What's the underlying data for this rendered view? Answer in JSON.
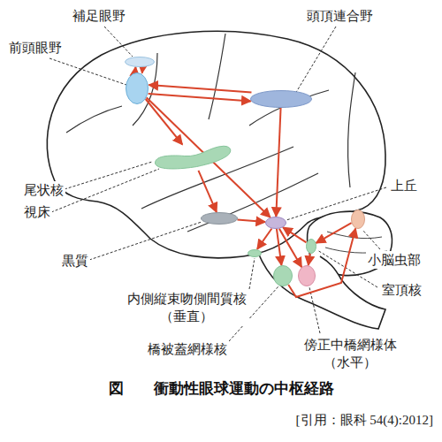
{
  "diagram": {
    "caption": "図　　衝動性眼球運動の中枢経路",
    "nodes": [
      {
        "text": [
          "補足眼野"
        ]
      },
      {
        "text": [
          "前頭眼野"
        ]
      },
      {
        "text": [
          "頭頂連合野"
        ]
      },
      {
        "text": [
          "尾状核"
        ]
      },
      {
        "text": [
          "上丘"
        ]
      },
      {
        "text": [
          "黒質"
        ]
      },
      {
        "text": [
          "小脳虫部"
        ]
      },
      {
        "text": [
          "室頂核"
        ]
      },
      {
        "text": [
          "内側縦束吻側間質核 （垂直）"
        ]
      },
      {
        "text": [
          "橋被蓋網様核"
        ]
      },
      {
        "text": [
          "傍正中橋網様体 （水平）"
        ]
      }
    ],
    "edges": [
      {
        "from": 0,
        "to": 1,
        "arrow": "to"
      },
      {
        "from": 1,
        "to": 0,
        "arrow": "to"
      },
      {
        "from": 2,
        "to": 1,
        "arrow": "to"
      },
      {
        "from": 1,
        "to": 2,
        "arrow": "to"
      },
      {
        "from": 1,
        "to": 3,
        "arrow": "to"
      },
      {
        "from": 1,
        "to": 4,
        "arrow": "to"
      },
      {
        "from": 2,
        "to": 4,
        "arrow": "to"
      },
      {
        "from": 3,
        "to": 5,
        "arrow": "to"
      },
      {
        "from": 5,
        "to": 4,
        "arrow": "to"
      },
      {
        "from": 4,
        "to": 8,
        "arrow": "to"
      },
      {
        "from": 4,
        "to": 9,
        "arrow": "to"
      },
      {
        "from": 4,
        "to": 10,
        "arrow": "to"
      },
      {
        "from": 9,
        "to": 6,
        "arrow": "to"
      },
      {
        "from": 6,
        "to": 7,
        "arrow": "to"
      },
      {
        "from": 7,
        "to": 4,
        "arrow": "to"
      },
      {
        "from": 7,
        "to": 10,
        "arrow": "to"
      }
    ],
    "labels": [
      "視床",
      "[引用：眼科 54(4):2012]"
    ]
  }
}
